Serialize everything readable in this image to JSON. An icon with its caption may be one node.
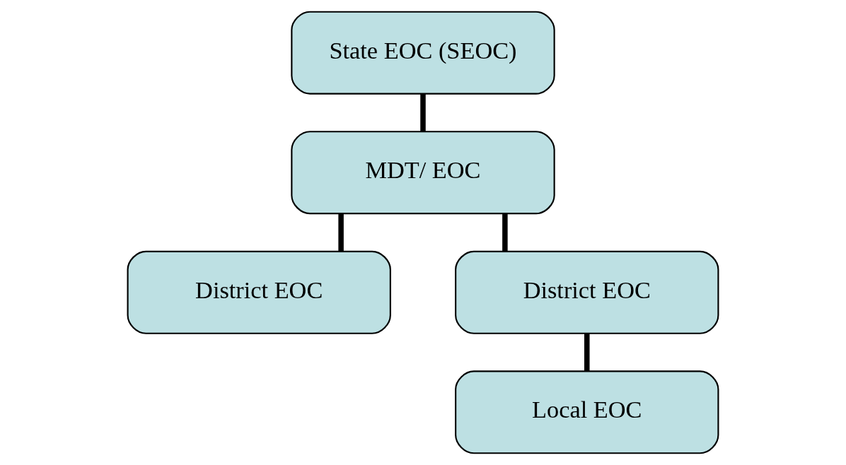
{
  "diagram": {
    "nodes": [
      {
        "text": [
          "State EOC (SEOC)"
        ]
      },
      {
        "text": [
          "MDT/ EOC"
        ]
      },
      {
        "text": [
          "District EOC"
        ]
      },
      {
        "text": [
          "District EOC"
        ]
      },
      {
        "text": [
          "Local EOC"
        ]
      }
    ],
    "edges": [
      {
        "from": 0,
        "to": 1,
        "arrow": "none"
      },
      {
        "from": 1,
        "to": 2,
        "arrow": "none"
      },
      {
        "from": 1,
        "to": 3,
        "arrow": "none"
      },
      {
        "from": 3,
        "to": 4,
        "arrow": "none"
      }
    ]
  }
}
